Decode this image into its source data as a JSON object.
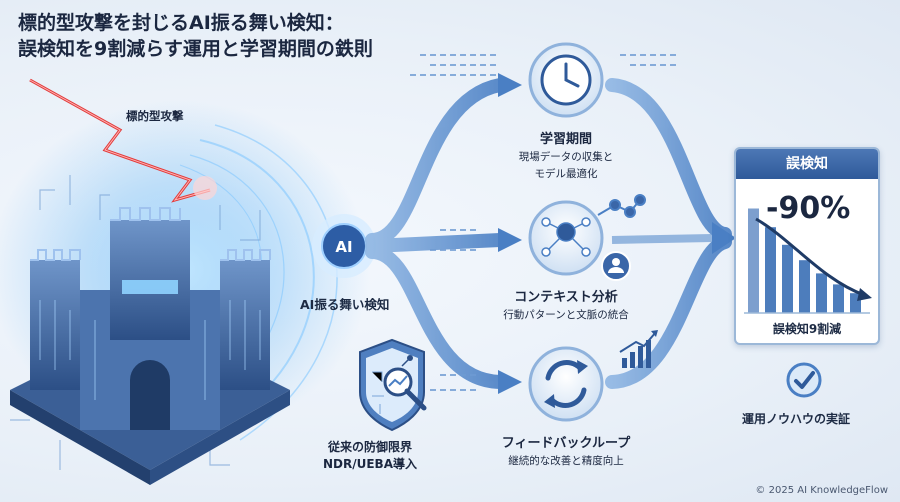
{
  "title": {
    "line1": "標的型攻撃を封じるAI振る舞い検知：",
    "line2": "誤検知を9割減らす運用と学習期間の鉄則"
  },
  "attack_label": "標的型攻撃",
  "ai_center": {
    "badge": "AI",
    "label": "AI振る舞い検知"
  },
  "legacy": {
    "line1": "従来の防御限界",
    "line2": "NDR/UEBA導入"
  },
  "stages": [
    {
      "title": "学習期間",
      "sub1": "現場データの収集と",
      "sub2": "モデル最適化",
      "icon": "clock-icon"
    },
    {
      "title": "コンテキスト分析",
      "sub1": "行動パターンと文脈の統合",
      "icon": "network-user-icon"
    },
    {
      "title": "フィードバックループ",
      "sub1": "継続的な改善と精度向上",
      "icon": "refresh-icon"
    }
  ],
  "false_positive_panel": {
    "header": "誤検知",
    "value": "-90%",
    "footer": "誤検知9割減",
    "bars": [
      0.95,
      0.78,
      0.62,
      0.48,
      0.36,
      0.26,
      0.18
    ]
  },
  "know_how": "運用ノウハウの実証",
  "copyright": "© 2025 AI KnowledgeFlow",
  "colors": {
    "accent": "#3a6fb5",
    "glow": "#5fb7ff",
    "attack": "#e23b3b"
  }
}
